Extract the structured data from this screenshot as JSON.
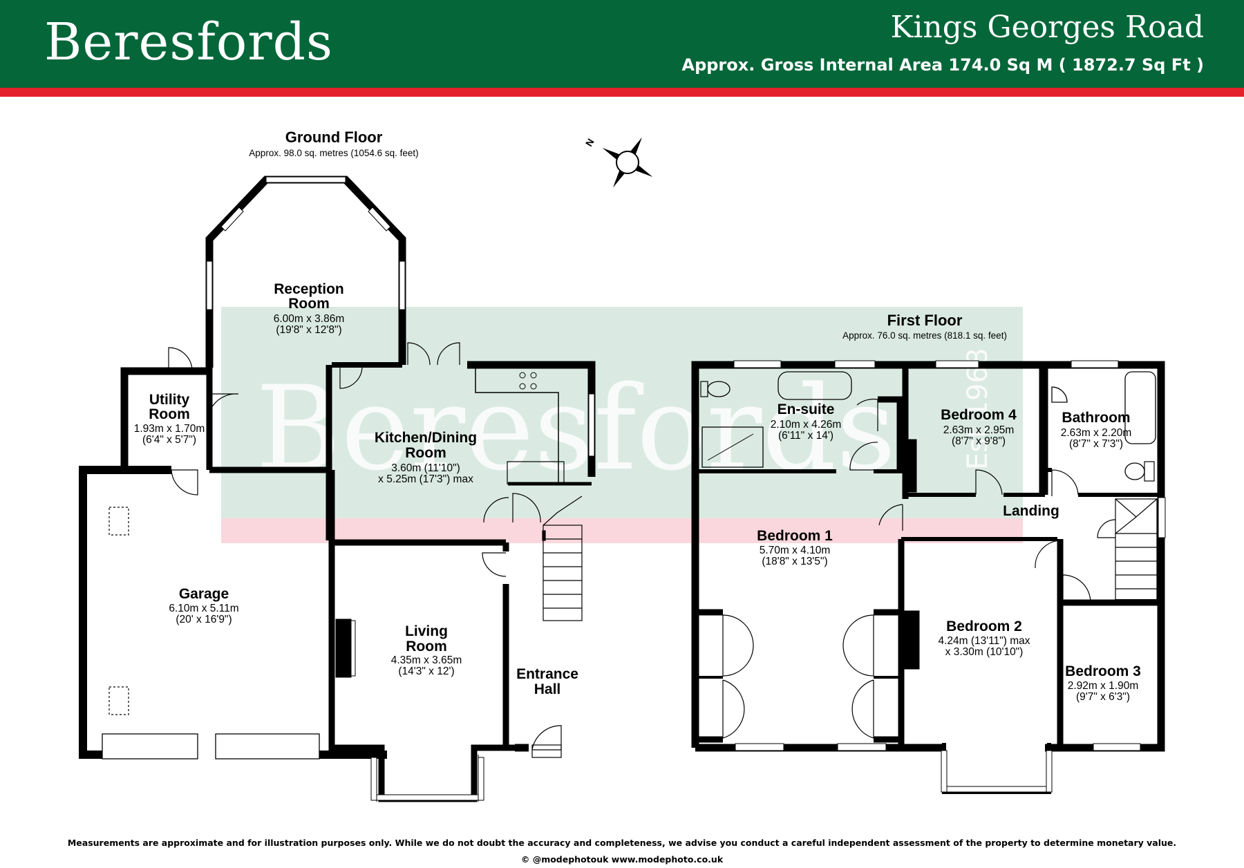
{
  "header": {
    "brand": "Beresfords",
    "address": "Kings Georges Road",
    "gross_area": "Approx. Gross Internal Area 174.0 Sq M ( 1872.7 Sq Ft )"
  },
  "colors": {
    "header_green": "#046639",
    "header_red": "#e3222a",
    "watermark_green": "#9fc7b5",
    "watermark_red": "#f6b7c1"
  },
  "watermark": {
    "brand": "Beresfords",
    "est": "Est 1968"
  },
  "compass": {
    "north_label": "N"
  },
  "ground_floor": {
    "title": "Ground Floor",
    "area": "Approx. 98.0 sq. metres (1054.6 sq. feet)",
    "rooms": {
      "reception": {
        "name1": "Reception",
        "name2": "Room",
        "size": "6.00m x 3.86m",
        "imperial": "(19'8\" x 12'8\")"
      },
      "utility": {
        "name1": "Utility",
        "name2": "Room",
        "size": "1.93m x 1.70m",
        "imperial": "(6'4\" x 5'7\")"
      },
      "kitchen": {
        "name1": "Kitchen/Dining",
        "name2": "Room",
        "size": "3.60m (11'10\")",
        "imperial": "x 5.25m (17'3\") max"
      },
      "garage": {
        "name": "Garage",
        "size": "6.10m x 5.11m",
        "imperial": "(20' x 16'9\")"
      },
      "living": {
        "name1": "Living",
        "name2": "Room",
        "size": "4.35m x 3.65m",
        "imperial": "(14'3\" x 12')"
      },
      "hall": {
        "name1": "Entrance",
        "name2": "Hall"
      }
    }
  },
  "first_floor": {
    "title": "First Floor",
    "area": "Approx. 76.0 sq. metres (818.1 sq. feet)",
    "rooms": {
      "ensuite": {
        "name": "En-suite",
        "size": "2.10m x 4.26m",
        "imperial": "(6'11\" x 14')"
      },
      "bedroom4": {
        "name": "Bedroom 4",
        "size": "2.63m x 2.95m",
        "imperial": "(8'7\" x 9'8\")"
      },
      "bathroom": {
        "name": "Bathroom",
        "size": "2.63m x 2.20m",
        "imperial": "(8'7\" x 7'3\")"
      },
      "landing": {
        "name": "Landing"
      },
      "bedroom1": {
        "name": "Bedroom 1",
        "size": "5.70m x 4.10m",
        "imperial": "(18'8\" x 13'5\")"
      },
      "bedroom2": {
        "name": "Bedroom 2",
        "size": "4.24m (13'11\") max",
        "imperial": "x 3.30m (10'10\")"
      },
      "bedroom3": {
        "name": "Bedroom 3",
        "size": "2.92m x 1.90m",
        "imperial": "(9'7\" x 6'3\")"
      }
    }
  },
  "footer": {
    "disclaimer": "Measurements are approximate and for illustration purposes only.  While we do not doubt the accuracy and completeness, we advise you conduct a careful independent assessment of the property to determine monetary value.",
    "credit": "© @modephotouk www.modephoto.co.uk"
  }
}
